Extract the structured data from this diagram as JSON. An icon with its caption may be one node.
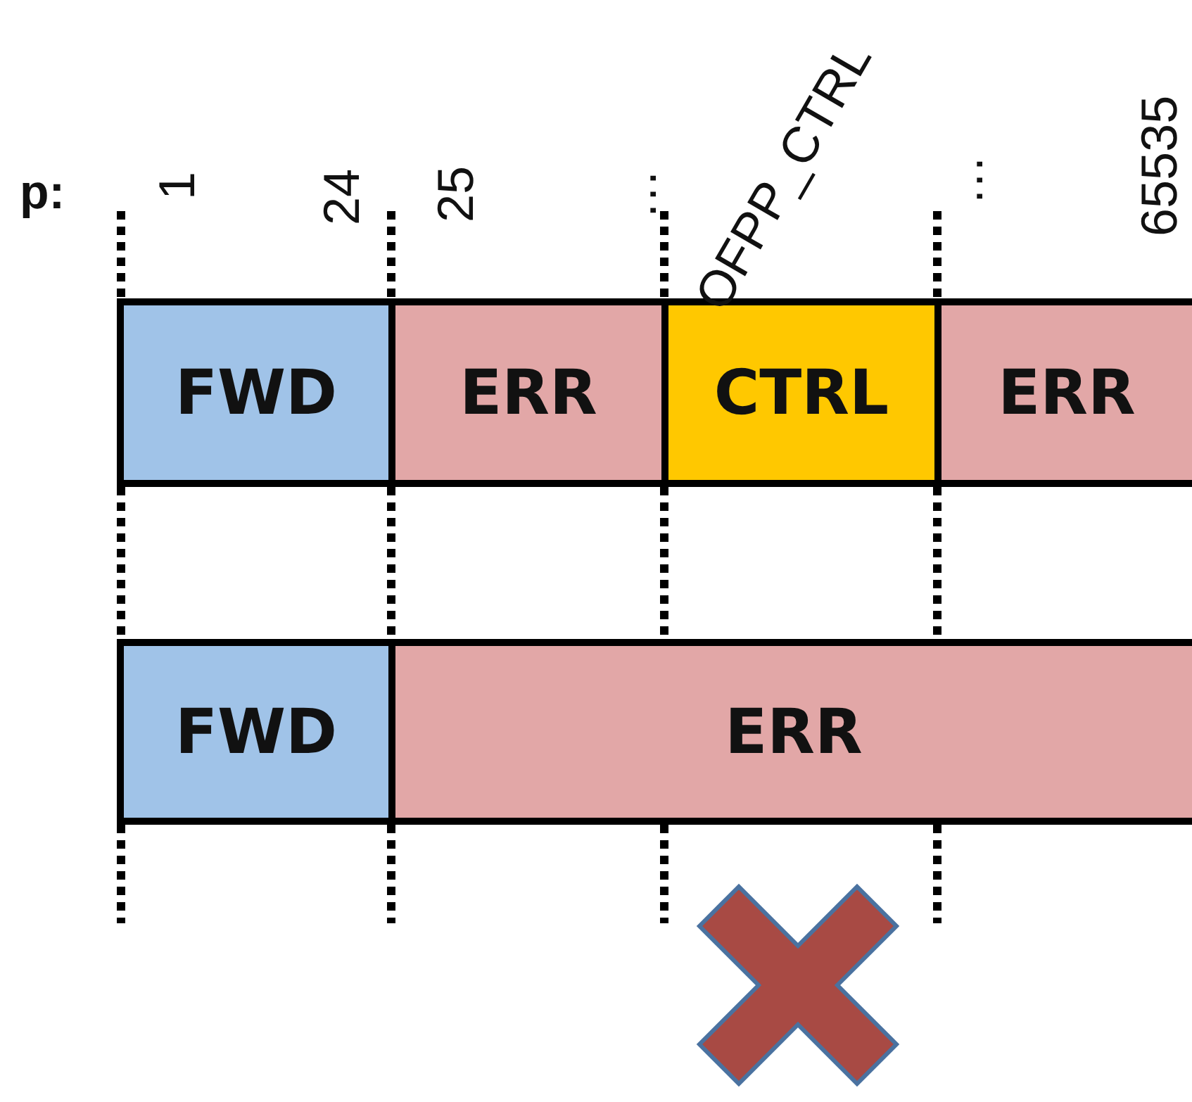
{
  "diagram": {
    "nodes": [
      {
        "text": [
          "FWD"
        ]
      },
      {
        "text": [
          "ERR"
        ]
      },
      {
        "text": [
          "CTRL"
        ]
      },
      {
        "text": [
          "ERR"
        ]
      },
      {
        "text": [
          "FWD"
        ]
      },
      {
        "text": [
          "ERR"
        ]
      }
    ],
    "labels": [
      "p:",
      "1",
      "24",
      "25",
      "…",
      "OFPP_CTRL",
      "…",
      "65535"
    ]
  }
}
